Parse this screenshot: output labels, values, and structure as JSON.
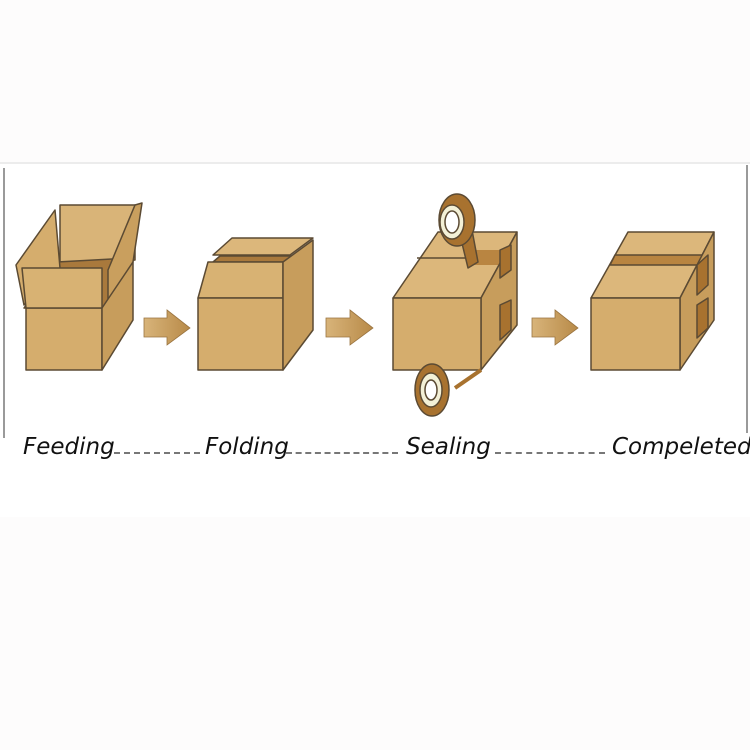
{
  "steps": [
    {
      "label": "Feeding",
      "icon": "open-box-icon"
    },
    {
      "label": "Folding",
      "icon": "folding-box-icon"
    },
    {
      "label": "Sealing",
      "icon": "taping-box-icon"
    },
    {
      "label": "Compeleted",
      "icon": "sealed-box-icon"
    }
  ],
  "colors": {
    "box_front": "#d5ad6d",
    "box_top": "#ddb87c",
    "box_side": "#c79d5c",
    "outline": "#5b4a33",
    "tape": "#a8722f",
    "arrow": "#c9a064"
  }
}
